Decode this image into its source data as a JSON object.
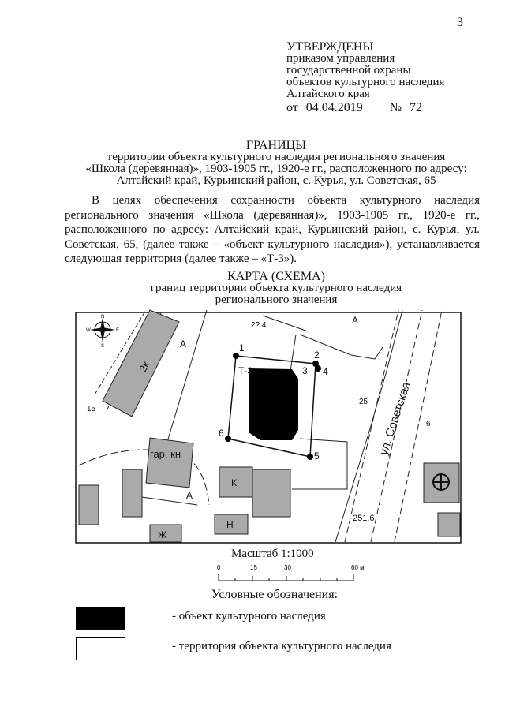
{
  "page_number": "3",
  "approval": {
    "title": "УТВЕРЖДЕНЫ",
    "lines": [
      "приказом управления",
      "государственной охраны",
      "объектов культурного наследия",
      "Алтайского края"
    ],
    "date_prefix": "от",
    "date": "04.04.2019",
    "number_prefix": "№",
    "number": "72"
  },
  "heading": {
    "title": "ГРАНИЦЫ",
    "lines": [
      "территории объекта культурного наследия регионального значения",
      "«Школа (деревянная)», 1903-1905 гг., 1920-е гг., расположенного по адресу:",
      "Алтайский край, Курьинский район, с. Курья, ул. Советская, 65"
    ]
  },
  "paragraph": "В целях обеспечения сохранности объекта культурного наследия регионального значения «Школа (деревянная)», 1903-1905 гг., 1920-е гг., расположенного по адресу: Алтайский край, Курьинский район, с. Курья, ул. Советская, 65, (далее также – «объект культурного наследия»), устанавливается следующая территория (далее также – «Т-3»).",
  "map_heading": {
    "title": "КАРТА (СХЕМА)",
    "lines": [
      "границ территории объекта культурного наследия",
      "регионального значения"
    ]
  },
  "map": {
    "territory_label": "Т-3",
    "points": [
      "1",
      "2",
      "3",
      "4",
      "5",
      "6"
    ],
    "street": "ул. Советская",
    "buildings": {
      "b2k": "2к",
      "garage": "гар. кн",
      "k": "К",
      "n": "Н",
      "zh": "Ж"
    },
    "area_label": "А",
    "elevations": [
      "251.6",
      "2?.4",
      "25",
      "15",
      "6"
    ],
    "compass": [
      "N",
      "S",
      "W",
      "E"
    ]
  },
  "scale": {
    "label": "Масштаб 1:1000",
    "ticks": [
      "0",
      "15",
      "30",
      "60 м"
    ]
  },
  "legend": {
    "title": "Условные обозначения:",
    "items": [
      {
        "swatch": "#000000",
        "label": "- объект культурного наследия"
      },
      {
        "swatch": "#ffffff",
        "label": "- территория объекта культурного наследия"
      }
    ]
  }
}
